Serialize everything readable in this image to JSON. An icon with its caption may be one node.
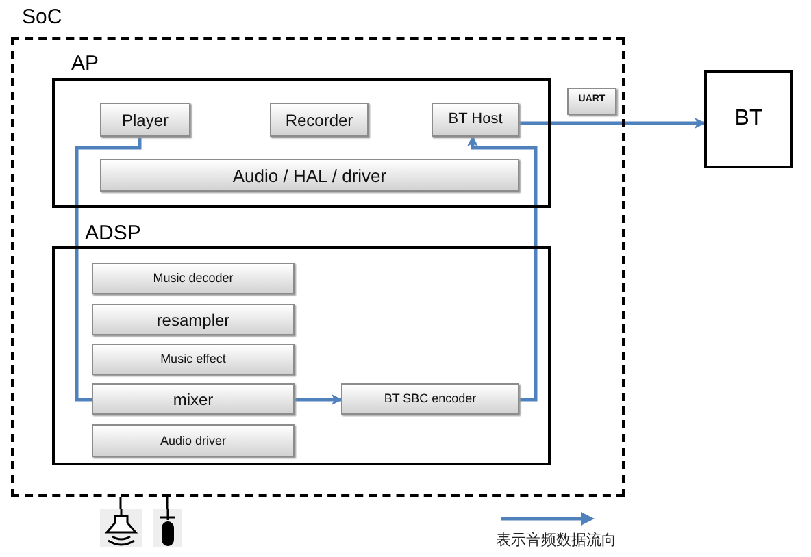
{
  "diagram": {
    "nodes": [
      {
        "text": [
          "SoC"
        ]
      },
      {
        "text": [
          "AP"
        ],
        "in": 0
      },
      {
        "text": [
          "Player"
        ],
        "in": 1
      },
      {
        "text": [
          "Recorder"
        ],
        "in": 1
      },
      {
        "text": [
          "BT Host"
        ],
        "in": 1
      },
      {
        "text": [
          "Audio / HAL / driver"
        ],
        "in": 1
      },
      {
        "text": [
          "UART"
        ],
        "in": 0
      },
      {
        "text": [
          "ADSP"
        ],
        "in": 0
      },
      {
        "text": [
          "Music decoder"
        ],
        "in": 7
      },
      {
        "text": [
          "resampler"
        ],
        "in": 7
      },
      {
        "text": [
          "Music effect"
        ],
        "in": 7
      },
      {
        "text": [
          "mixer"
        ],
        "in": 7
      },
      {
        "text": [
          "Audio driver"
        ],
        "in": 7
      },
      {
        "text": [
          "BT SBC encoder"
        ],
        "in": 7
      },
      {
        "text": [
          "BT"
        ]
      },
      {
        "text": [],
        "shape": "speaker"
      },
      {
        "text": [],
        "shape": "microphone"
      }
    ],
    "edges": [
      {
        "from": 2,
        "to": 11,
        "arrow": "none"
      },
      {
        "from": 11,
        "to": 13,
        "arrow": "to"
      },
      {
        "from": 13,
        "to": 4,
        "arrow": "to"
      },
      {
        "from": 4,
        "to": 14,
        "arrow": "to"
      },
      {
        "from": 0,
        "to": 15,
        "arrow": "none",
        "color": "#000000"
      },
      {
        "from": 0,
        "to": 16,
        "arrow": "none",
        "color": "#000000"
      }
    ],
    "legend": [
      {
        "text": "表示音频数据流向"
      }
    ]
  }
}
